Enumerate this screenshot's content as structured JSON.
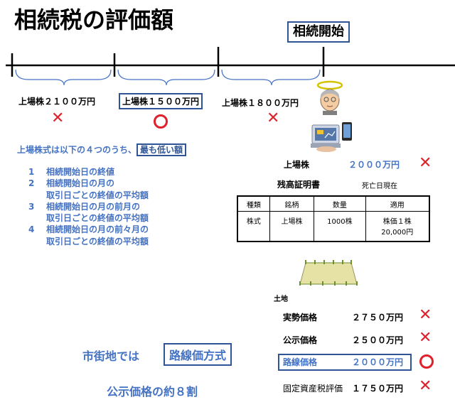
{
  "title": "相続税の評価額",
  "start_label": "相続開始",
  "timeline": {
    "month3": "上場株２１００万円",
    "month2": "上場株１５００万円",
    "month1": "上場株１８００万円"
  },
  "rule": {
    "prefix": "上場株式は以下の４つのうち、",
    "highlight": "最も低い額",
    "items": [
      {
        "num": "1",
        "text": "相続開始日の終値"
      },
      {
        "num": "2",
        "text": "相続開始日の月の",
        "text2": "取引日ごとの終値の平均額"
      },
      {
        "num": "3",
        "text": "相続開始日の月の前月の",
        "text2": "取引日ごとの終値の平均額"
      },
      {
        "num": "4",
        "text": "相続開始日の月の前々月の",
        "text2": "取引日ごとの終値の平均額"
      }
    ]
  },
  "stock_value": {
    "label": "上場株",
    "amount": "２０００万円"
  },
  "certificate": {
    "title": "残高証明書",
    "date_note": "死亡日現在",
    "headers": [
      "種類",
      "銘柄",
      "数量",
      "適用"
    ],
    "row": [
      "株式",
      "上場株",
      "1000株",
      "株価１株",
      "20,000円"
    ]
  },
  "land": {
    "label": "土地",
    "rows": [
      {
        "label": "実勢価格",
        "amount": "２７５０万円"
      },
      {
        "label": "公示価格",
        "amount": "２５００万円"
      },
      {
        "label": "路線価格",
        "amount": "２０００万円"
      },
      {
        "label": "固定資産税評価",
        "amount": "１７５０万円"
      }
    ]
  },
  "urban": {
    "prefix": "市街地では",
    "method": "路線価方式",
    "note": "公示価格の約８割"
  },
  "marks": {
    "x": "✕"
  },
  "colors": {
    "accent_blue": "#4472c4",
    "box_border": "#2f5597",
    "mark_red": "#e0202a"
  }
}
